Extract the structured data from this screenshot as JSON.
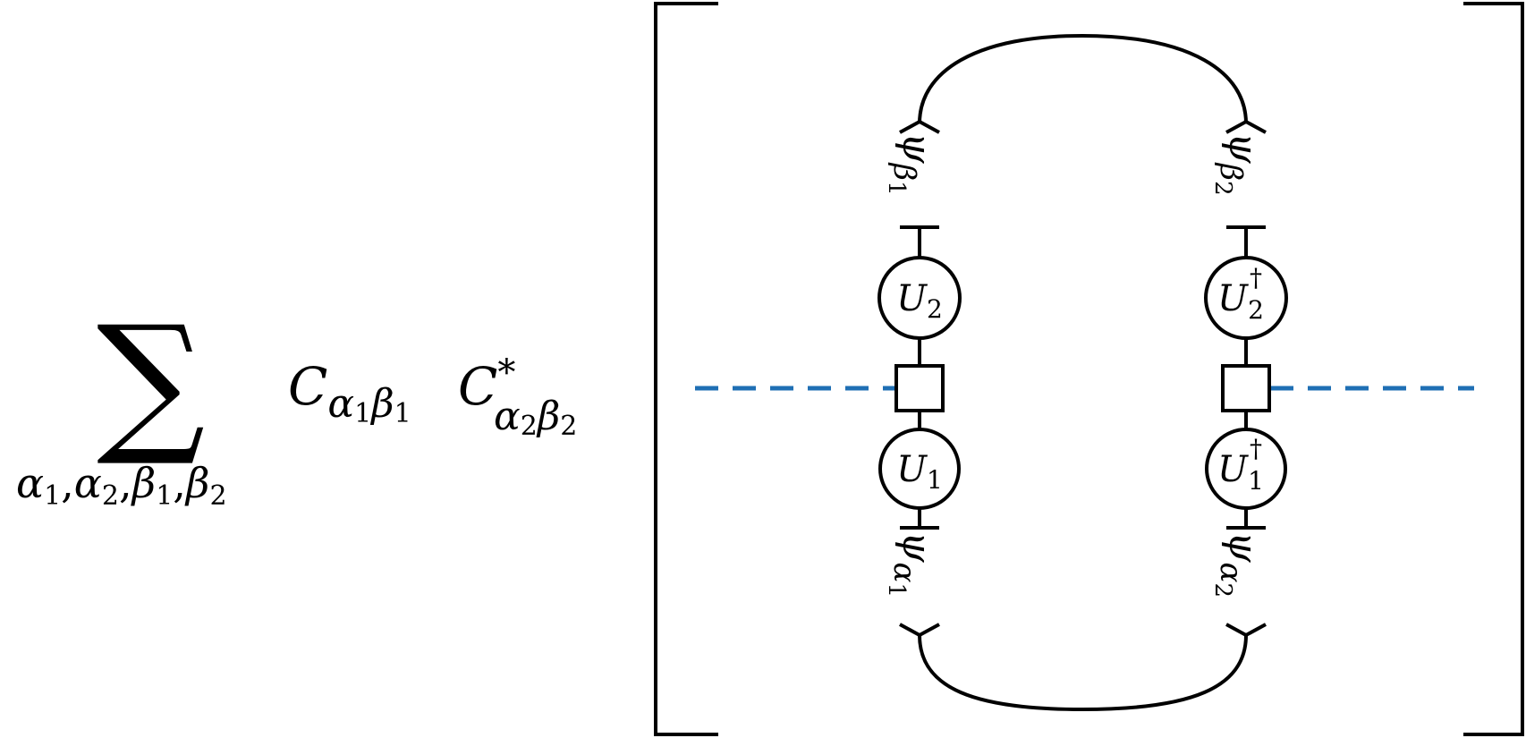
{
  "colors": {
    "ink": "#000000",
    "cut_line": "#1f6fb4",
    "background": "#ffffff"
  },
  "formula": {
    "sum_symbol": "∑",
    "sum_subscript": {
      "alpha1": "α",
      "alpha1_idx": "1",
      "alpha2": "α",
      "alpha2_idx": "2",
      "beta1": "β",
      "beta1_idx": "1",
      "beta2": "β",
      "beta2_idx": "2",
      "comma": ","
    },
    "coef1": {
      "base": "C",
      "sub_a": "α",
      "sub_a_idx": "1",
      "sub_b": "β",
      "sub_b_idx": "1"
    },
    "coef2": {
      "base": "C",
      "sup": "*",
      "sub_a": "α",
      "sub_a_idx": "2",
      "sub_b": "β",
      "sub_b_idx": "2"
    }
  },
  "diagram": {
    "left": {
      "top_state": {
        "psi": "ψ",
        "sub": "β",
        "idx": "1"
      },
      "gate_top": {
        "base": "U",
        "idx": "2"
      },
      "gate_bottom": {
        "base": "U",
        "idx": "1"
      },
      "bottom_state": {
        "psi": "ψ",
        "sub": "α",
        "idx": "1"
      }
    },
    "right": {
      "top_state": {
        "psi": "ψ",
        "sub": "β",
        "idx": "2"
      },
      "gate_top": {
        "base": "U",
        "idx": "2",
        "dagger": "†"
      },
      "gate_bottom": {
        "base": "U",
        "idx": "1",
        "dagger": "†"
      },
      "bottom_state": {
        "psi": "ψ",
        "sub": "α",
        "idx": "2"
      }
    }
  }
}
